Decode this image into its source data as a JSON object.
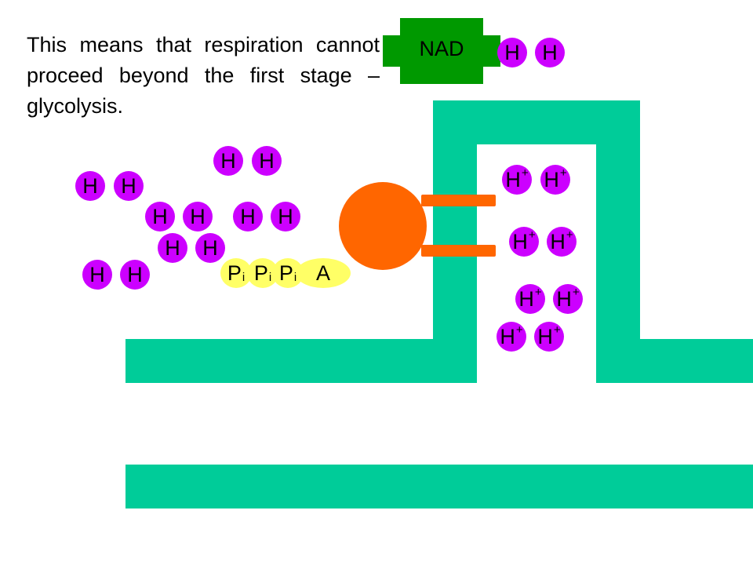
{
  "caption": "This means that respiration cannot proceed beyond the first stage – glycolysis.",
  "colors": {
    "membrane": "#00CC99",
    "hydrogen": "#CC00FF",
    "nad": "#009900",
    "atp_synthase": "#FF6600",
    "phosphate": "#FFFF66"
  },
  "nad": {
    "label": "NAD",
    "bound_h": [
      "H",
      "H"
    ]
  },
  "hydrogens": [
    "H",
    "H",
    "H",
    "H",
    "H",
    "H",
    "H",
    "H",
    "H",
    "H",
    "H",
    "H"
  ],
  "protons": [
    {
      "label": "H",
      "charge": "+"
    },
    {
      "label": "H",
      "charge": "+"
    },
    {
      "label": "H",
      "charge": "+"
    },
    {
      "label": "H",
      "charge": "+"
    },
    {
      "label": "H",
      "charge": "+"
    },
    {
      "label": "H",
      "charge": "+"
    },
    {
      "label": "H",
      "charge": "+"
    },
    {
      "label": "H",
      "charge": "+"
    }
  ],
  "adp_chain": {
    "phosphates": [
      {
        "label": "P",
        "sub": "i"
      },
      {
        "label": "P",
        "sub": "i"
      },
      {
        "label": "P",
        "sub": "i"
      }
    ],
    "adenosine": "A"
  }
}
